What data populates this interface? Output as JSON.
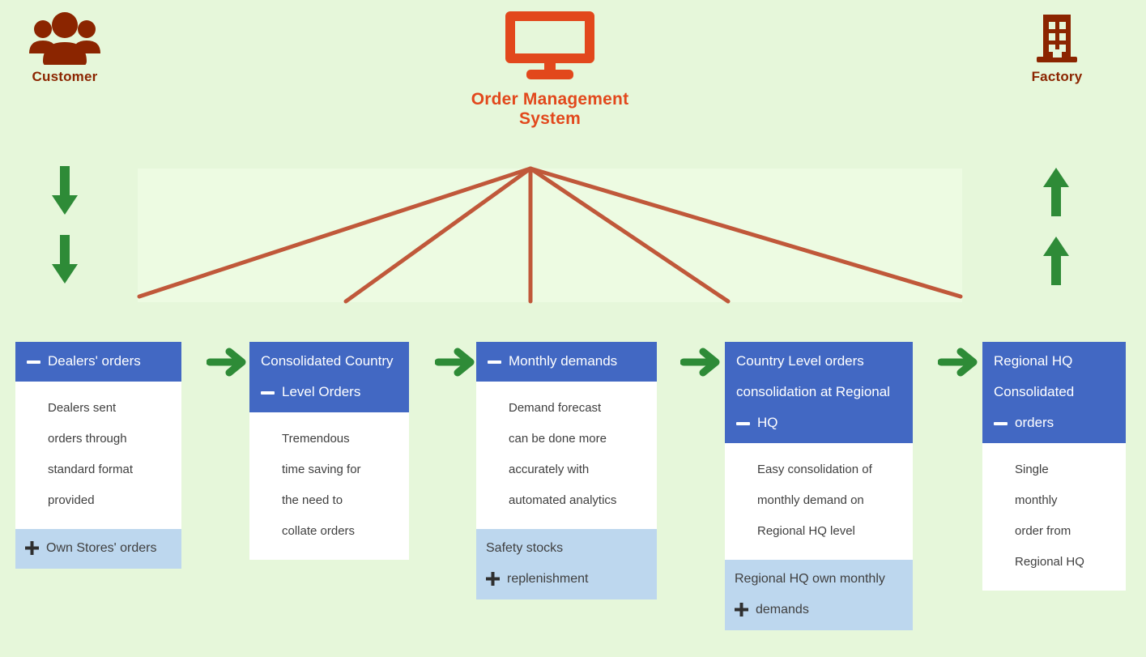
{
  "canvas": {
    "background": "#E6F7DA",
    "funnel_panel_background": "#EDFBE2",
    "accent_blue": "#4268C3",
    "accent_light_blue": "#BDD7EE",
    "accent_green": "#2E8B37",
    "accent_orange": "#E2481C",
    "accent_dark_red": "#8B2500",
    "funnel_line_color": "#C0583A"
  },
  "actors": {
    "customer": {
      "label": "Customer",
      "icon": "users-group-icon"
    },
    "system": {
      "label": "Order Management System",
      "icon": "monitor-icon"
    },
    "factory": {
      "label": "Factory",
      "icon": "building-factory-icon"
    }
  },
  "flow_arrows": {
    "left": [
      "arrow-down-icon",
      "arrow-down-icon"
    ],
    "right": [
      "arrow-up-icon",
      "arrow-up-icon"
    ],
    "between_cards": [
      "arrow-right-icon",
      "arrow-right-icon",
      "arrow-right-icon",
      "arrow-right-icon"
    ]
  },
  "cards": [
    {
      "id": "dealers-orders",
      "header": {
        "sign": "minus",
        "sign_line": 0,
        "lines": [
          "Dealers' orders"
        ]
      },
      "body": {
        "lines": [
          "Dealers sent",
          "orders through",
          "standard format",
          "provided"
        ]
      },
      "footer": {
        "sign": "plus",
        "sign_line": 0,
        "lines": [
          "Own Stores' orders"
        ]
      }
    },
    {
      "id": "consolidated-country-level-orders",
      "header": {
        "sign": "minus",
        "sign_line": 1,
        "lines": [
          "Consolidated Country",
          "Level Orders"
        ]
      },
      "body": {
        "lines": [
          "Tremendous",
          "time saving for",
          "the need to",
          "collate orders"
        ]
      },
      "footer": null
    },
    {
      "id": "monthly-demands",
      "header": {
        "sign": "minus",
        "sign_line": 0,
        "lines": [
          "Monthly demands"
        ]
      },
      "body": {
        "lines": [
          "Demand forecast",
          "can be done more",
          "accurately with",
          "automated analytics"
        ]
      },
      "footer": {
        "sign": "plus",
        "sign_line": 1,
        "lines": [
          "Safety stocks",
          "replenishment"
        ]
      }
    },
    {
      "id": "country-level-orders-consolidation",
      "header": {
        "sign": "minus",
        "sign_line": 2,
        "lines": [
          "Country Level orders",
          "consolidation at Regional",
          "HQ"
        ]
      },
      "body": {
        "lines": [
          "Easy consolidation of",
          "monthly demand on",
          "Regional HQ level"
        ]
      },
      "footer": {
        "sign": "plus",
        "sign_line": 1,
        "lines": [
          "Regional HQ own monthly",
          "demands"
        ]
      }
    },
    {
      "id": "regional-hq-consolidated-orders",
      "header": {
        "sign": "minus",
        "sign_line": 2,
        "lines": [
          "Regional HQ",
          "Consolidated",
          "orders"
        ]
      },
      "body": {
        "lines": [
          "Single",
          "monthly",
          "order from",
          "Regional HQ"
        ]
      },
      "footer": null
    }
  ]
}
